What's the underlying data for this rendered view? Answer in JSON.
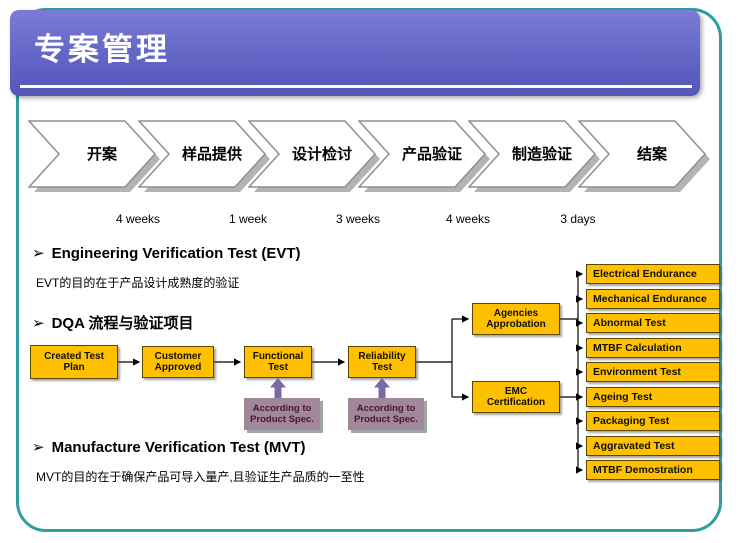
{
  "title": "专案管理",
  "process": {
    "steps": [
      "开案",
      "样品提供",
      "设计检讨",
      "产品验证",
      "制造验证",
      "结案"
    ],
    "durations": [
      "4 weeks",
      "1 week",
      "3 weeks",
      "4 weeks",
      "3 days"
    ]
  },
  "sections": {
    "bullet": "➢",
    "evt_heading": "Engineering Verification Test (EVT)",
    "evt_desc": "EVT的目的在于产品设计成熟度的验证",
    "dqa_heading": "DQA 流程与验证项目",
    "mvt_heading": "Manufacture Verification Test (MVT)",
    "mvt_desc": "MVT的目的在于确保产品可导入量产,且验证生产品质的一至性"
  },
  "dqa_flow": {
    "nodes": [
      "Created Test Plan",
      "Customer Approved",
      "Functional Test",
      "Reliability Test"
    ],
    "branch_nodes": [
      "Agencies Approbation",
      "EMC Certification"
    ],
    "callout": "According to Product Spec.",
    "tests": [
      "Electrical Endurance",
      "Mechanical Endurance",
      "Abnormal Test",
      "MTBF Calculation",
      "Environment Test",
      "Ageing Test",
      "Packaging Test",
      "Aggravated Test",
      "MTBF Demostration"
    ]
  },
  "colors": {
    "header_purple": "#5d5fc2",
    "frame_teal": "#2f9e9e",
    "box_yellow": "#ffc000",
    "callout_mauve": "#a1879a",
    "arrow_violet": "#7b68a6"
  }
}
